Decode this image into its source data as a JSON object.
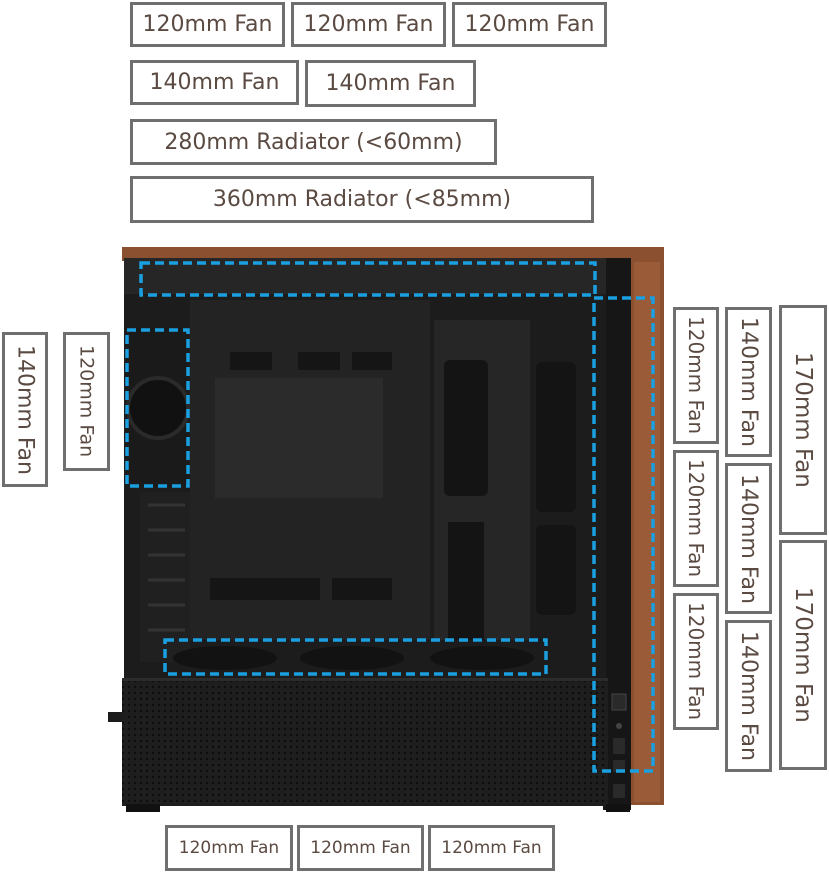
{
  "labels": {
    "top_fan_120_a": "120mm Fan",
    "top_fan_120_b": "120mm Fan",
    "top_fan_120_c": "120mm Fan",
    "top_fan_140_a": "140mm Fan",
    "top_fan_140_b": "140mm Fan",
    "top_radiator_280": "280mm Radiator (<60mm)",
    "top_radiator_360": "360mm Radiator (<85mm)",
    "rear_fan_140": "140mm Fan",
    "rear_fan_120": "120mm Fan",
    "front_fan_120_a": "120mm Fan",
    "front_fan_120_b": "120mm Fan",
    "front_fan_120_c": "120mm Fan",
    "front_fan_140_a": "140mm Fan",
    "front_fan_140_b": "140mm Fan",
    "front_fan_140_c": "140mm Fan",
    "front_fan_170_a": "170mm Fan",
    "front_fan_170_b": "170mm Fan",
    "bottom_fan_120_a": "120mm Fan",
    "bottom_fan_120_b": "120mm Fan",
    "bottom_fan_120_c": "120mm Fan"
  },
  "colors": {
    "label_text": "#5a4a42",
    "label_border": "#6f6f6f",
    "mount_outline": "#1a9fe0",
    "wood": "#8a5030",
    "case_body": "#1c1c1c"
  }
}
